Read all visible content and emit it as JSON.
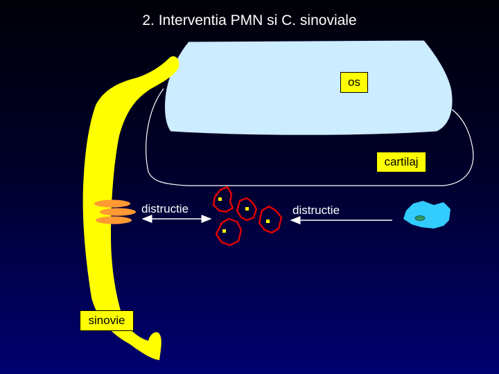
{
  "slide": {
    "title": "2. Interventia PMN si C. sinoviale"
  },
  "labels": {
    "bone": "os",
    "cartilage": "cartilaj",
    "destruction_left": "distructie",
    "destruction_right": "distructie",
    "synovium": "sinovie"
  },
  "colors": {
    "bone": "#ccecff",
    "synovium": "#ffff00",
    "label_background": "#ffff00",
    "pmn_outline": "#e00000",
    "pmn_nucleus": "#ffff00",
    "synovial_cell": "#33ccff",
    "synovial_cell_nucleus": "#339966",
    "orange_cells": "#ff9933",
    "arrow": "#ffffff"
  }
}
